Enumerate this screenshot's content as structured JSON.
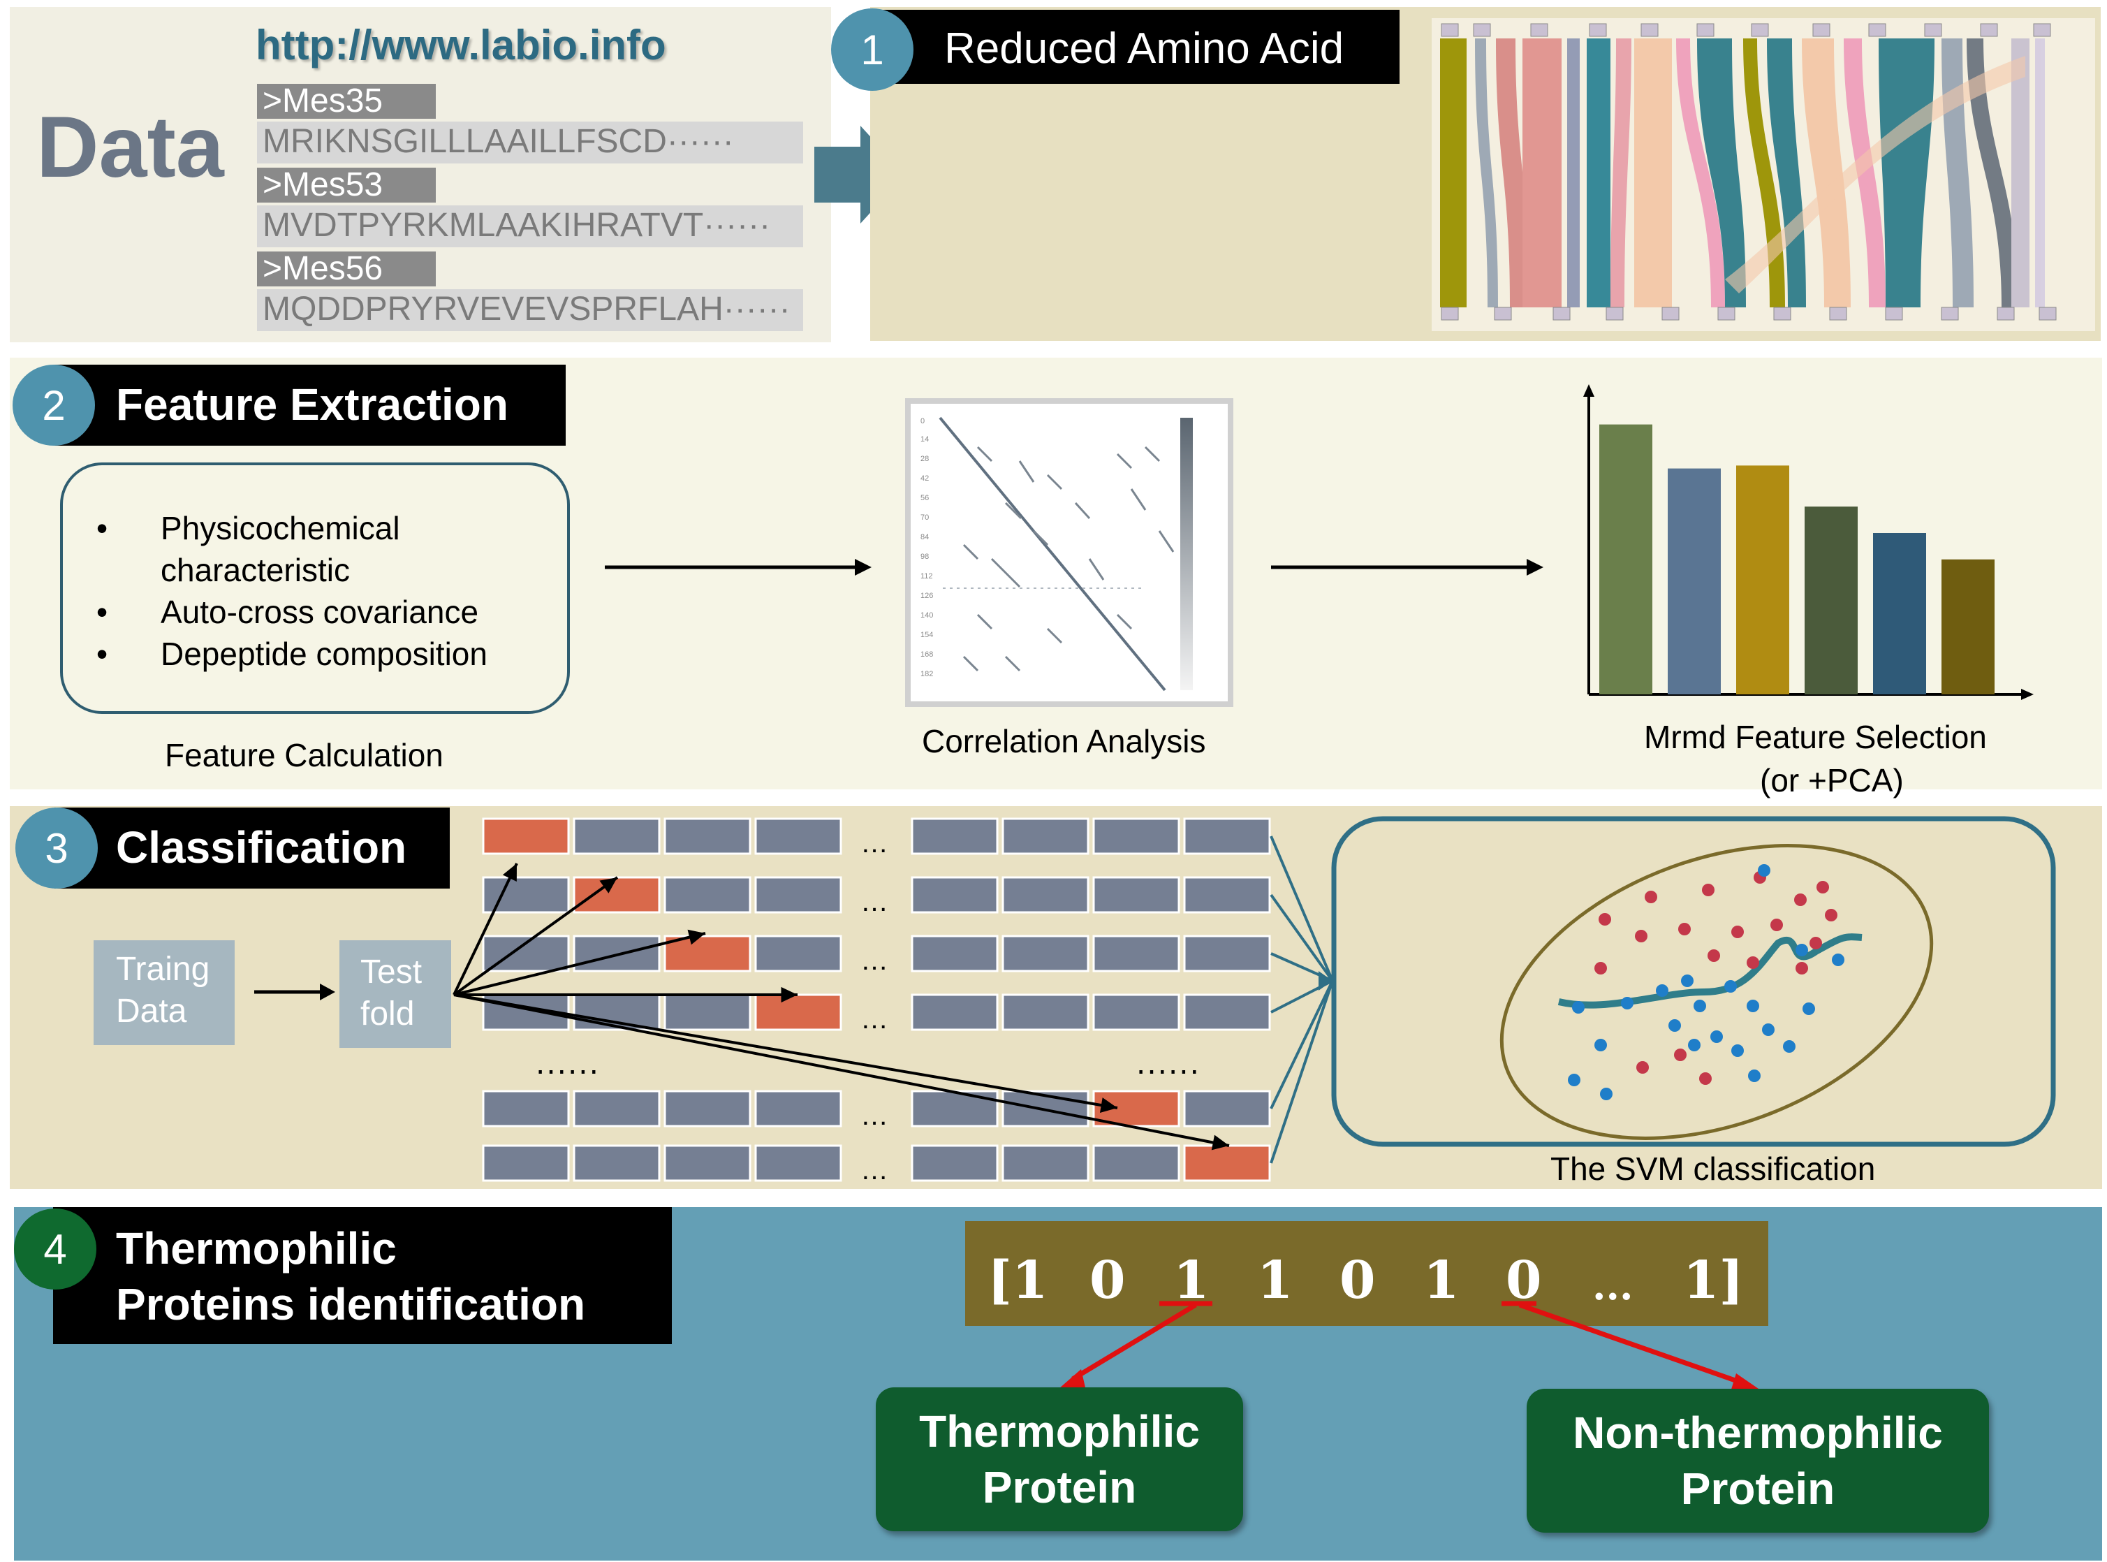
{
  "colors": {
    "data_panel": "#f1efe3",
    "reduced_panel": "#e7e0c1",
    "feature_panel": "#f6f5e6",
    "class_panel": "#e9e1c3",
    "ident_panel": "#649fb5",
    "fold_gray": "#757f93",
    "fold_orange": "#d9694b",
    "teal": "#2f6f86",
    "green_box": "#0f5c2e",
    "olive_bar": "#7a6a2a"
  },
  "data_section": {
    "title": "Data",
    "url": "http://www.labio.info",
    "sequences": [
      {
        "id": ">Mes35",
        "seq": "MRIKNSGILLLAAILLFSCD······"
      },
      {
        "id": ">Mes53",
        "seq": "MVDTPYRKMLAAKIHRATVT······"
      },
      {
        "id": ">Mes56",
        "seq": "MQDDPRYRVEVEVSPRFLAH······"
      }
    ]
  },
  "step1": {
    "number": "1",
    "title": "Reduced Amino Acid"
  },
  "step2": {
    "number": "2",
    "title": "Feature Extraction",
    "features": [
      "Physicochemical characteristic",
      "Auto-cross covariance",
      "Depeptide composition"
    ],
    "feature_caption": "Feature Calculation",
    "correlation_caption": "Correlation Analysis",
    "selection_caption_line1": "Mrmd Feature Selection",
    "selection_caption_line2": "(or +PCA)",
    "bar_values": [
      0.92,
      0.77,
      0.78,
      0.64,
      0.55,
      0.46
    ],
    "bar_colors": [
      "#6a7f4b",
      "#5a7593",
      "#b08c12",
      "#4b5b3b",
      "#2f5a78",
      "#6f5d10"
    ]
  },
  "step3": {
    "number": "3",
    "title": "Classification",
    "training_label_line1": "Traing",
    "training_label_line2": "Data",
    "test_label_line1": "Test",
    "test_label_line2": "fold",
    "dots_h": "······",
    "ellipsis": "…",
    "svm_caption": "The SVM classification"
  },
  "step4": {
    "number": "4",
    "title_line1": "Thermophilic",
    "title_line2": "Proteins identification",
    "bracket_open": "[1",
    "vector": [
      "0",
      "1",
      "1",
      "0",
      "1",
      "0",
      "...",
      "1]"
    ],
    "thermo_line1": "Thermophilic",
    "thermo_line2": "Protein",
    "non_thermo_line1": "Non-thermophilic",
    "non_thermo_line2": "Protein"
  }
}
